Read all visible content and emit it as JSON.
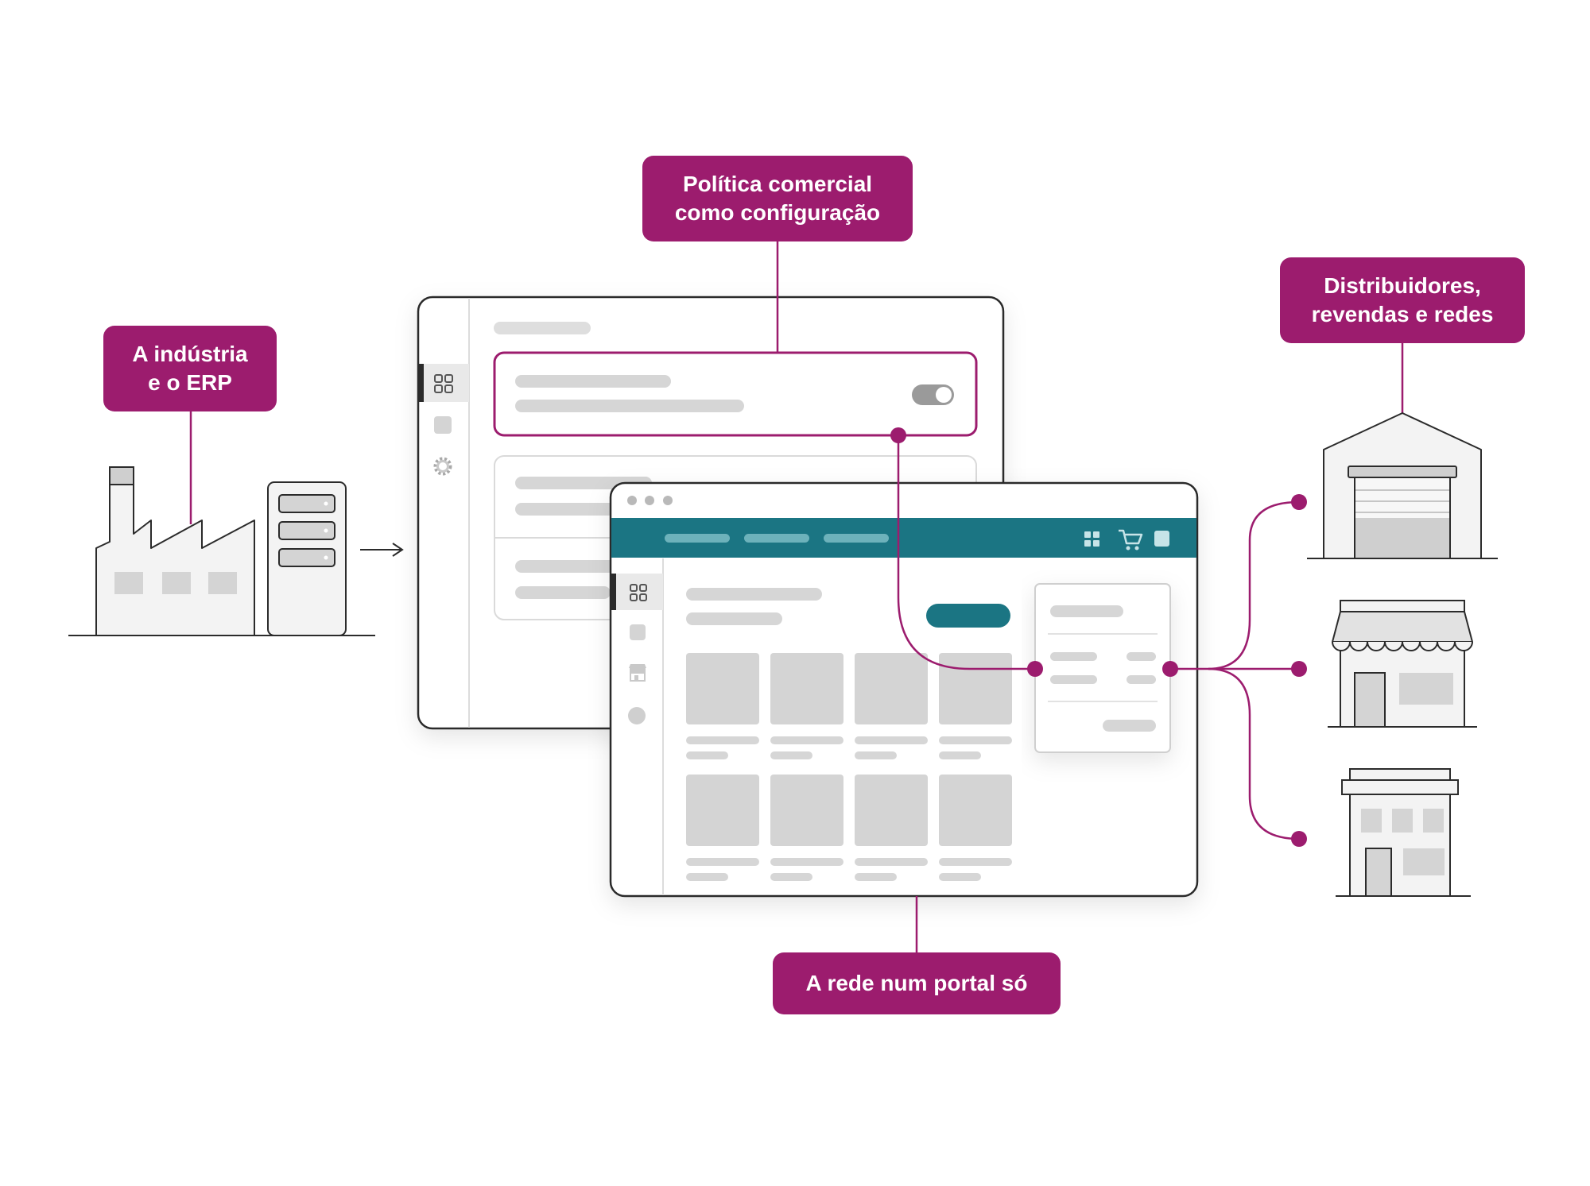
{
  "colors": {
    "accent": "#9c1c6e",
    "teal": "#1b7583",
    "outline": "#2b2b2b",
    "placeholder": "#d4d4d4",
    "surface": "#f4f4f4"
  },
  "labels": {
    "industry": {
      "line1": "A indústria",
      "line2": "e o ERP"
    },
    "policy": {
      "line1": "Política comercial",
      "line2": "como configuração"
    },
    "distributors": {
      "line1": "Distribuidores,",
      "line2": "revendas e redes"
    },
    "portal": {
      "line1": "A rede num portal só"
    }
  },
  "icons": {
    "industry": [
      "factory-icon",
      "erp-server-icon",
      "arrow-right-icon"
    ],
    "admin_sidebar": [
      "grid-icon",
      "square-icon",
      "gear-icon"
    ],
    "portal_sidebar": [
      "grid-icon",
      "square-icon",
      "store-icon",
      "circle-icon"
    ],
    "portal_header": [
      "grid-icon",
      "cart-icon",
      "square-icon"
    ],
    "destinations": [
      "warehouse-icon",
      "storefront-icon",
      "building-icon"
    ]
  },
  "admin_window": {
    "toggle_on": true
  },
  "portal_window": {
    "product_rows": 2,
    "products_per_row": 4
  }
}
